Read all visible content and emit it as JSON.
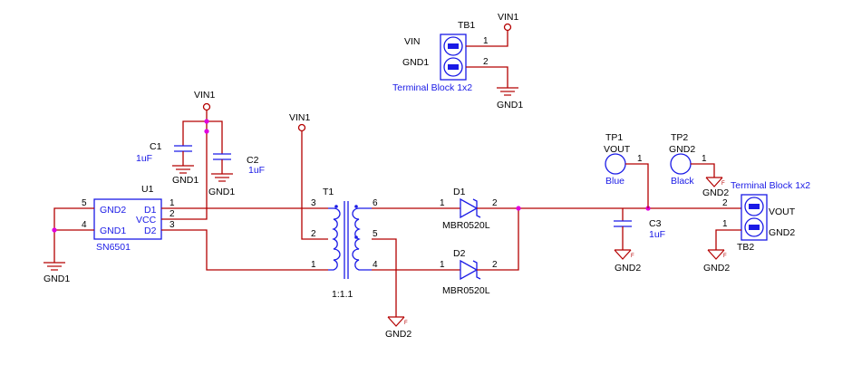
{
  "nets": {
    "vin": "VIN1",
    "gnd1": "GND1",
    "gnd2": "GND2",
    "vout": "VOUT",
    "vin_pin": "VIN"
  },
  "parts": {
    "tb1": {
      "ref": "TB1",
      "value": "Terminal Block 1x2"
    },
    "tb2": {
      "ref": "TB2",
      "value": "Terminal Block 1x2"
    },
    "u1": {
      "ref": "U1",
      "value": "SN6501",
      "pin_gnd2": "GND2",
      "pin_gnd1": "GND1",
      "pin_d1": "D1",
      "pin_vcc": "VCC",
      "pin_d2": "D2"
    },
    "c1": {
      "ref": "C1",
      "value": "1uF"
    },
    "c2": {
      "ref": "C2",
      "value": "1uF"
    },
    "c3": {
      "ref": "C3",
      "value": "1uF"
    },
    "t1": {
      "ref": "T1",
      "value": "1:1.1"
    },
    "d1": {
      "ref": "D1",
      "value": "MBR0520L"
    },
    "d2": {
      "ref": "D2",
      "value": "MBR0520L"
    },
    "tp1": {
      "ref": "TP1",
      "net": "VOUT",
      "color": "Blue"
    },
    "tp2": {
      "ref": "TP2",
      "net": "GND2",
      "color": "Black"
    }
  },
  "pins": {
    "p1": "1",
    "p2": "2",
    "p3": "3",
    "p4": "4",
    "p5": "5",
    "p6": "6"
  },
  "ground_flag": "F",
  "colors": {
    "wire": "#b40000",
    "part": "#1a1ae6",
    "junction": "#e000e0"
  }
}
